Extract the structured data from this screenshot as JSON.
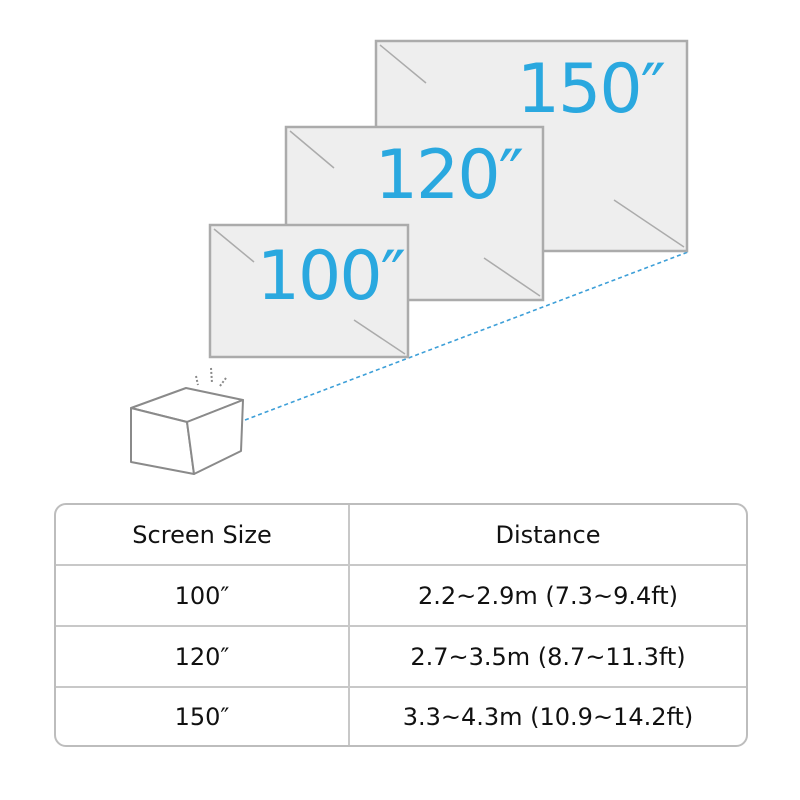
{
  "diagram": {
    "screens": [
      {
        "label": "100″"
      },
      {
        "label": "120″"
      },
      {
        "label": "150″"
      }
    ],
    "colors": {
      "label": "#2aa8df",
      "frame": "#ababab",
      "fill": "#eeeeee",
      "dashed_line": "#3d9fd8",
      "projector": "#8a8a8a"
    },
    "projector_icon": "projector-cube-icon"
  },
  "table": {
    "headers": [
      "Screen Size",
      "Distance"
    ],
    "rows": [
      [
        "100″",
        "2.2~2.9m (7.3~9.4ft)"
      ],
      [
        "120″",
        "2.7~3.5m (8.7~11.3ft)"
      ],
      [
        "150″",
        "3.3~4.3m (10.9~14.2ft)"
      ]
    ]
  }
}
